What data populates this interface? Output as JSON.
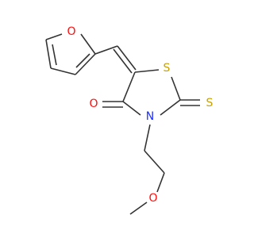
{
  "molecule": {
    "atoms": {
      "furan_o": {
        "symbol": "O",
        "color": "#ff0d0d"
      },
      "ring_s": {
        "symbol": "S",
        "color": "#c8a000"
      },
      "thione_s": {
        "symbol": "S",
        "color": "#c8a000"
      },
      "carbonyl_o": {
        "symbol": "O",
        "color": "#ff0d0d"
      },
      "ring_n": {
        "symbol": "N",
        "color": "#1f30ff"
      },
      "ether_o": {
        "symbol": "O",
        "color": "#ff0d0d"
      }
    }
  }
}
